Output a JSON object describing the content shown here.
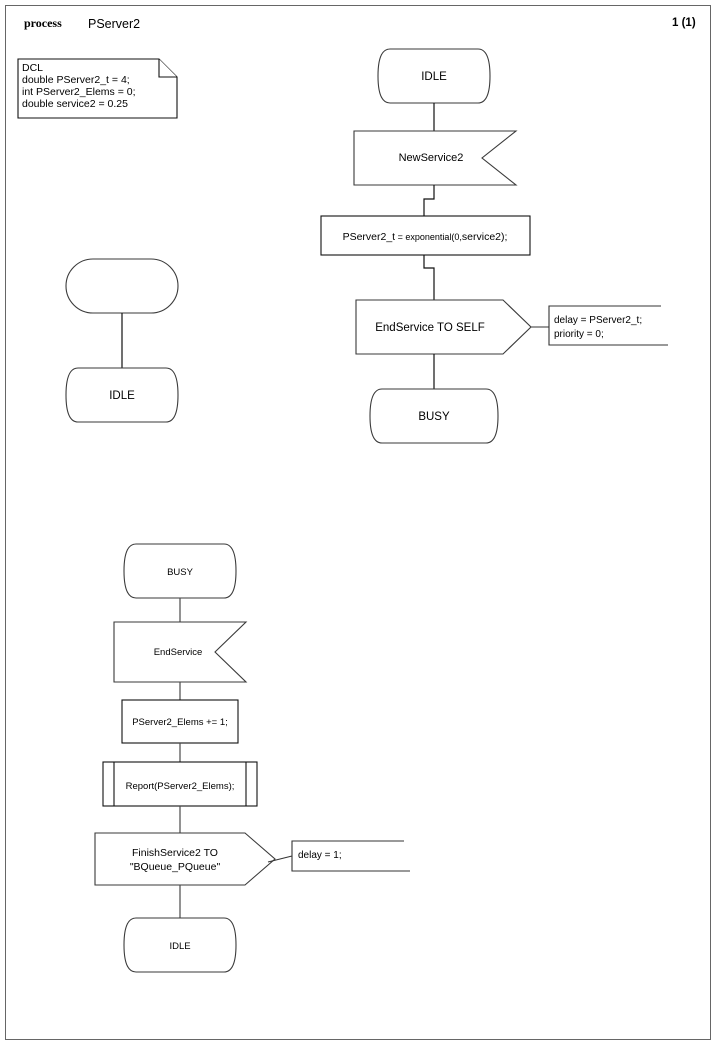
{
  "page": {
    "header_keyword": "process",
    "header_name": "PServer2",
    "page_number": "1 (1)"
  },
  "dcl_note": {
    "lines": [
      "DCL",
      "double PServer2_t = 4;",
      "int PServer2_Elems = 0;",
      "double service2 = 0.25"
    ]
  },
  "flow_start": {
    "start_symbol_label": "",
    "next_state": "IDLE"
  },
  "flow_idle": {
    "state": "IDLE",
    "input": "NewService2",
    "task": "PServer2_t = exponential(0,service2);",
    "task_parts": {
      "lead": "PServer2_t",
      "mid": " = exponential(0,",
      "tail": "service2);"
    },
    "output": "EndService TO SELF",
    "output_comment": [
      "delay = PServer2_t;",
      "priority = 0;"
    ],
    "next_state": "BUSY"
  },
  "flow_busy": {
    "state": "BUSY",
    "input": "EndService",
    "task": "PServer2_Elems += 1;",
    "procedure_call": "Report(PServer2_Elems);",
    "output_line1": "FinishService2 TO",
    "output_line2": "\"BQueue_PQueue\"",
    "output_comment": [
      "delay = 1;"
    ],
    "next_state": "IDLE"
  },
  "colors": {
    "stroke": "#3a3a3a",
    "stroke_dark": "#111111",
    "background": "#ffffff",
    "frame": "#666666"
  }
}
